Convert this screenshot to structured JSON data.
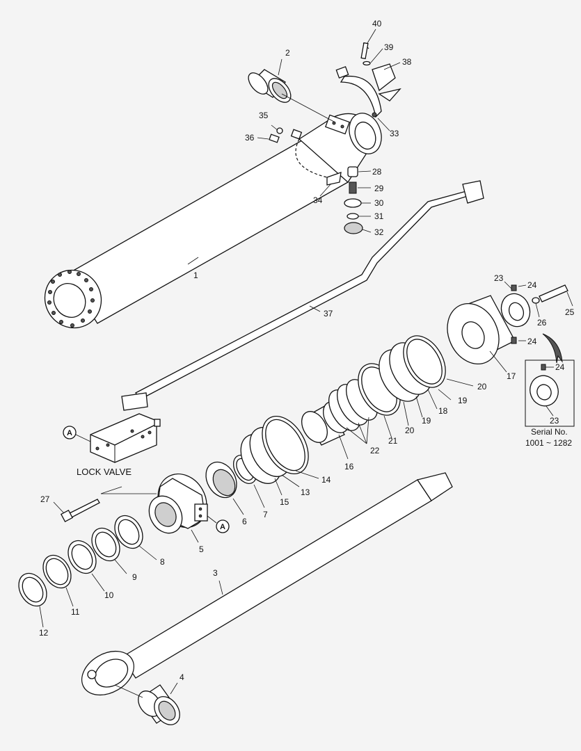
{
  "labels": {
    "n1": "1",
    "n2": "2",
    "n3": "3",
    "n4": "4",
    "n5": "5",
    "n6": "6",
    "n7": "7",
    "n8": "8",
    "n9": "9",
    "n10": "10",
    "n11": "11",
    "n12": "12",
    "n13": "13",
    "n14": "14",
    "n15": "15",
    "n16": "16",
    "n17": "17",
    "n18": "18",
    "n19a": "19",
    "n19b": "19",
    "n20a": "20",
    "n20b": "20",
    "n21": "21",
    "n22": "22",
    "n23a": "23",
    "n23b": "23",
    "n24a": "24",
    "n24b": "24",
    "n24c": "24",
    "n25": "25",
    "n26": "26",
    "n27": "27",
    "n28": "28",
    "n29": "29",
    "n30": "30",
    "n31": "31",
    "n32": "32",
    "n33": "33",
    "n34": "34",
    "n35": "35",
    "n36": "36",
    "n37": "37",
    "n38": "38",
    "n39": "39",
    "n40": "40"
  },
  "callout_a": "A",
  "lock_valve": "LOCK VALVE",
  "serial": {
    "line1": "Serial No.",
    "line2": "1001 ~ 1282"
  }
}
